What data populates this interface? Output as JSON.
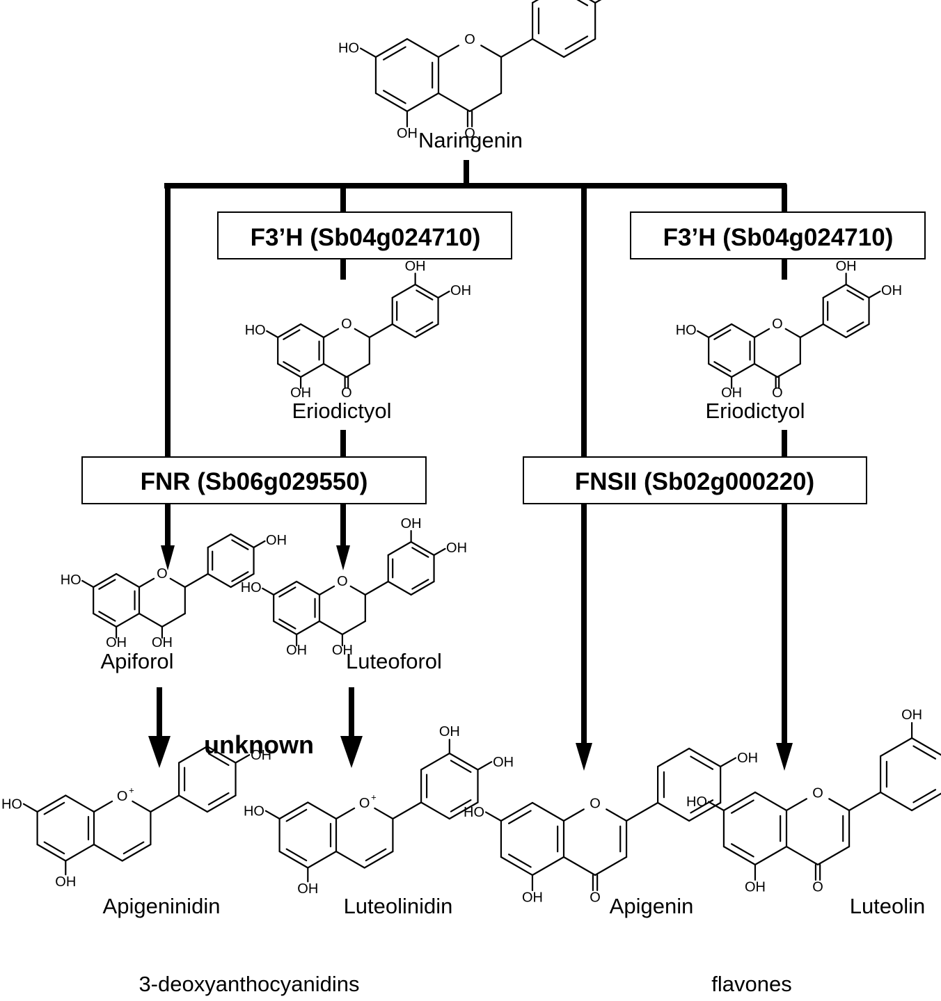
{
  "compounds": {
    "naringenin": "Naringenin",
    "eriodictyol_left": "Eriodictyol",
    "eriodictyol_right": "Eriodictyol",
    "apiforol": "Apiforol",
    "luteoforol": "Luteoforol",
    "apigeninidin": "Apigeninidin",
    "luteolinidin": "Luteolinidin",
    "apigenin": "Apigenin",
    "luteolin": "Luteolin"
  },
  "enzymes": {
    "f3h_left": "F3’H (Sb04g024710)",
    "f3h_right": "F3’H (Sb04g024710)",
    "fnr": "FNR (Sb06g029550)",
    "fnsii": "FNSII (Sb02g000220)"
  },
  "unknown_step": "unknown",
  "classes": {
    "deoxyanthocyanidins": "3-deoxyanthocyanidins",
    "flavones": "flavones"
  },
  "atom_labels": {
    "oh": "OH",
    "ho": "HO",
    "o": "O",
    "plus": "+"
  }
}
